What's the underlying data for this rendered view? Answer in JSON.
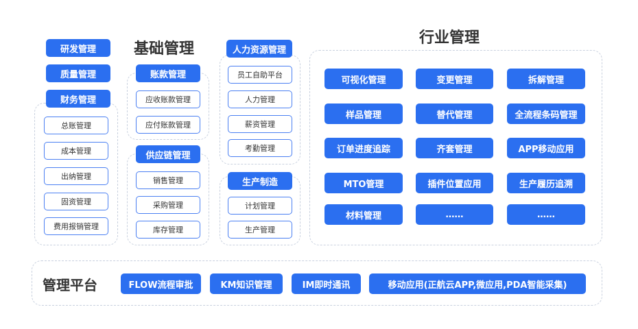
{
  "colors": {
    "accent": "#2b6ff0",
    "dashed_border": "#c8d0de",
    "text": "#333333"
  },
  "finance": {
    "headers": [
      "研发管理",
      "质量管理",
      "财务管理"
    ],
    "items": [
      "总账管理",
      "成本管理",
      "出纳管理",
      "固资管理",
      "费用报销管理"
    ]
  },
  "basic": {
    "title": "基础管理",
    "accounts": {
      "label": "账款管理",
      "items": [
        "应收账款管理",
        "应付账款管理"
      ]
    },
    "supply": {
      "label": "供应链管理",
      "items": [
        "销售管理",
        "采购管理",
        "库存管理"
      ]
    }
  },
  "hr": {
    "label": "人力资源管理",
    "items": [
      "员工自助平台",
      "人力管理",
      "薪资管理",
      "考勤管理"
    ]
  },
  "production": {
    "label": "生产制造",
    "items": [
      "计划管理",
      "生产管理"
    ]
  },
  "industry": {
    "title": "行业管理",
    "rows": [
      [
        "可视化管理",
        "变更管理",
        "拆解管理"
      ],
      [
        "样品管理",
        "替代管理",
        "全流程条码管理"
      ],
      [
        "订单进度追踪",
        "齐套管理",
        "APP移动应用"
      ],
      [
        "MTO管理",
        "插件位置应用",
        "生产履历追溯"
      ],
      [
        "材料管理",
        "……",
        "……"
      ]
    ]
  },
  "platform": {
    "title": "管理平台",
    "items": [
      "FLOW流程审批",
      "KM知识管理",
      "IM即时通讯",
      "移动应用(正航云APP,微应用,PDA智能采集)"
    ]
  }
}
